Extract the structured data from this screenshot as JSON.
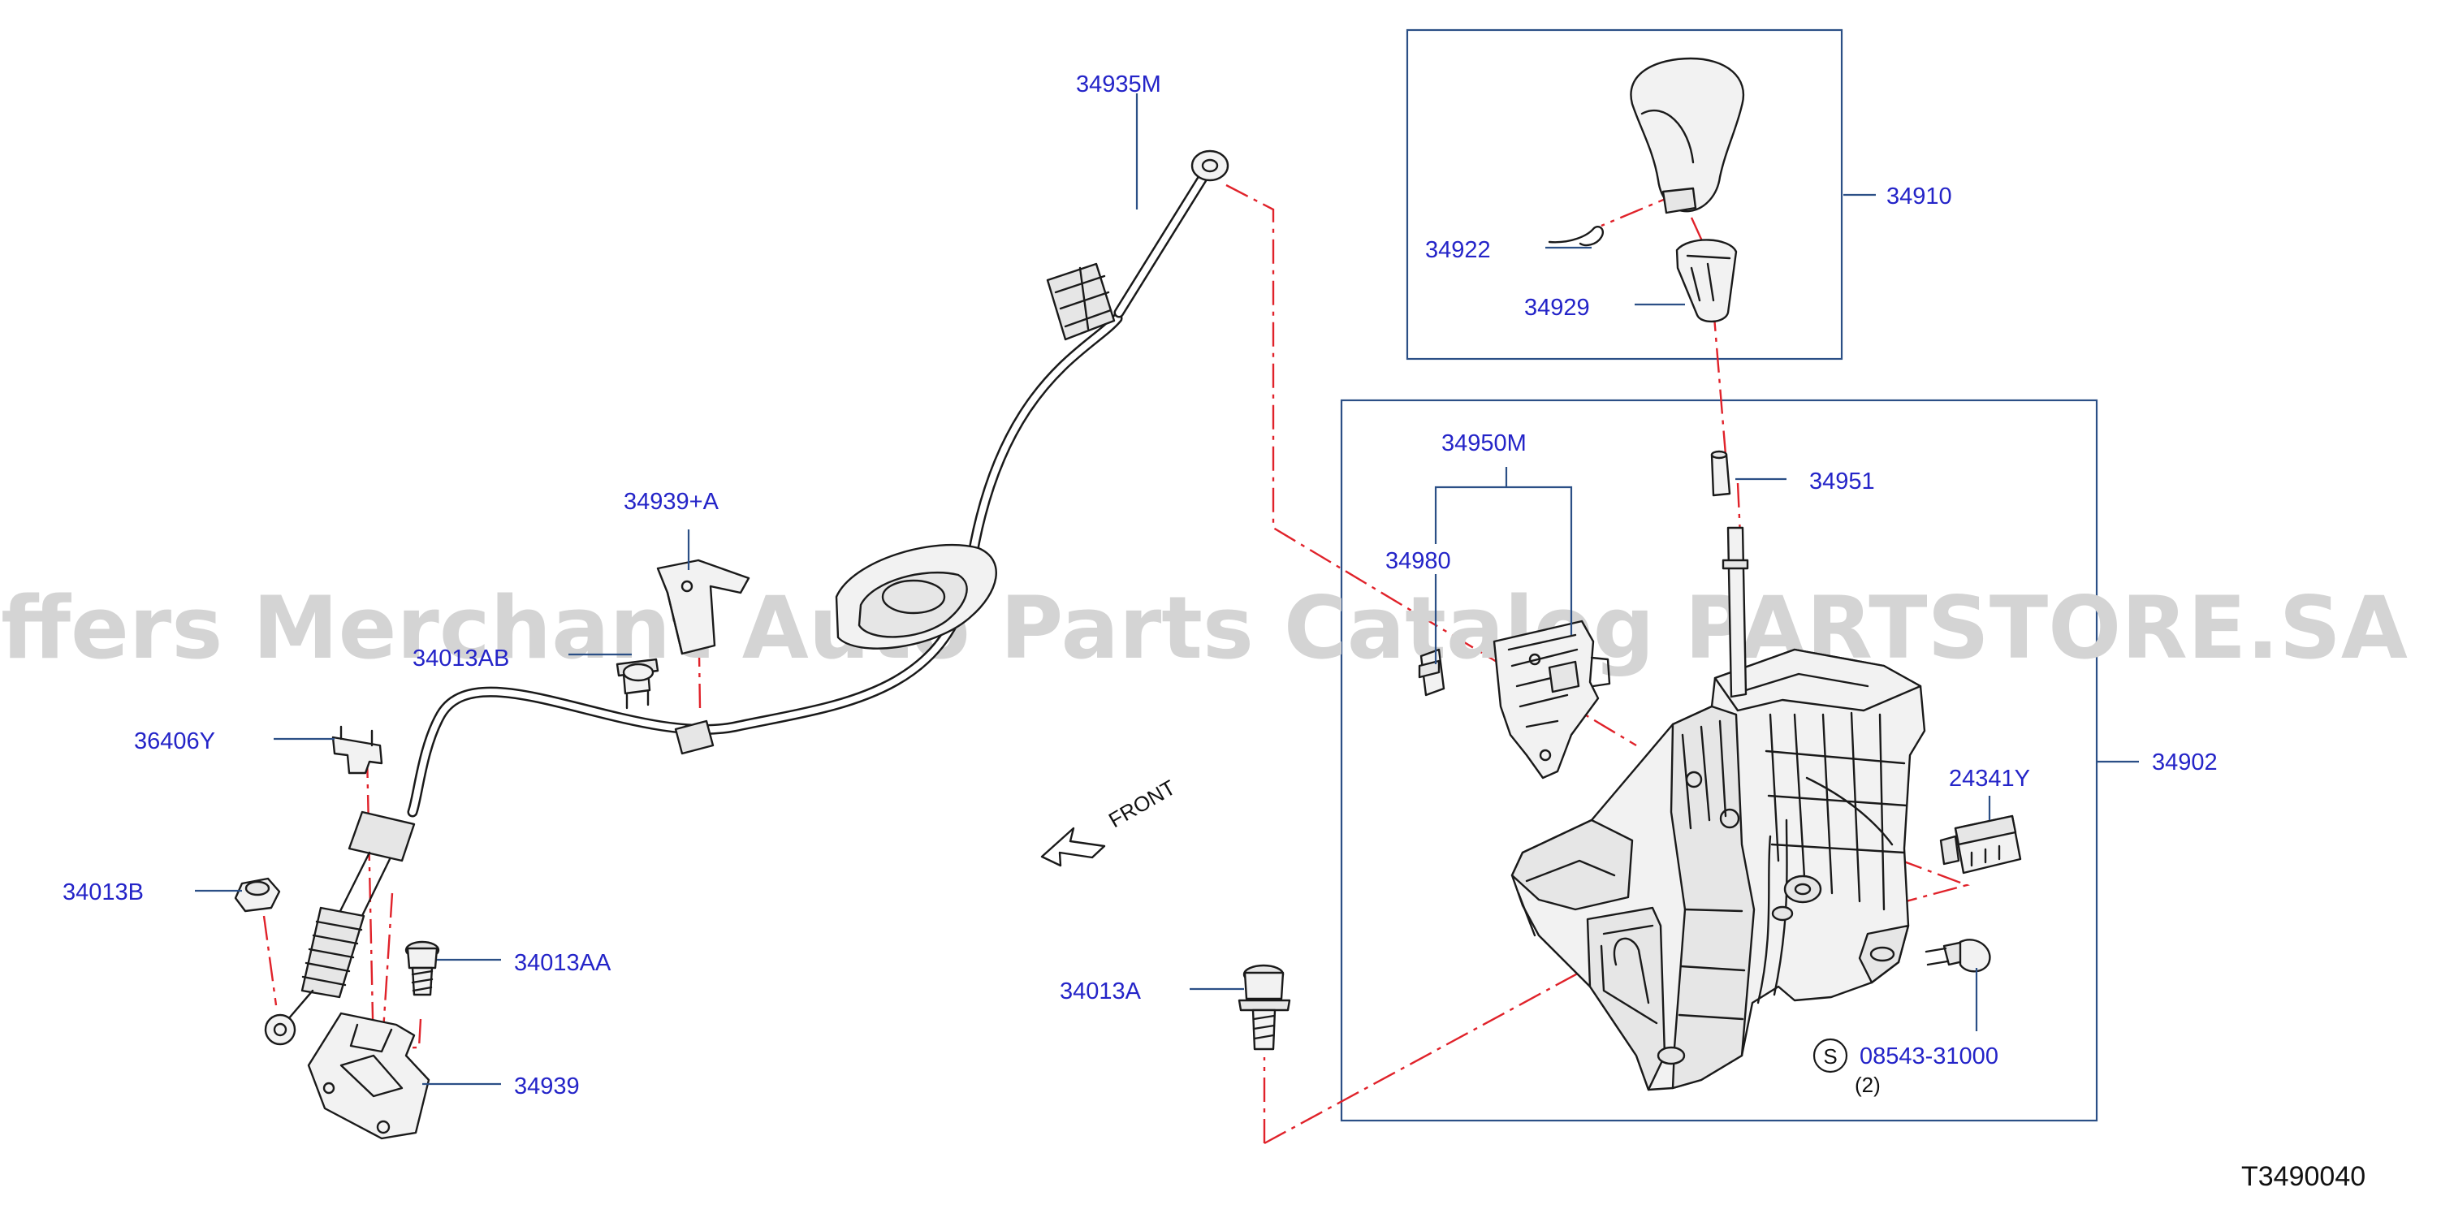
{
  "diagram_code": "T3490040",
  "watermark": "Offers Merchant Auto Parts Catalog PARTSTORE.SA",
  "front_label": "FRONT",
  "callouts": {
    "p34935M": "34935M",
    "p34910": "34910",
    "p34922": "34922",
    "p34929": "34929",
    "p34950M": "34950M",
    "p34951": "34951",
    "p34980": "34980",
    "p34939A": "34939+A",
    "p34013AB": "34013AB",
    "p36406Y": "36406Y",
    "p24341Y": "24341Y",
    "p34902": "34902",
    "p34013B": "34013B",
    "p34013AA": "34013AA",
    "p34013A": "34013A",
    "p34939": "34939",
    "p08543": "08543-31000",
    "p08543_qty": "(2)",
    "std_symbol": "S"
  },
  "colors": {
    "callout_text": "#2424c8",
    "leader_line": "#2b4f86",
    "centerline": "#e0222a",
    "watermark": "#d4d4d4"
  }
}
